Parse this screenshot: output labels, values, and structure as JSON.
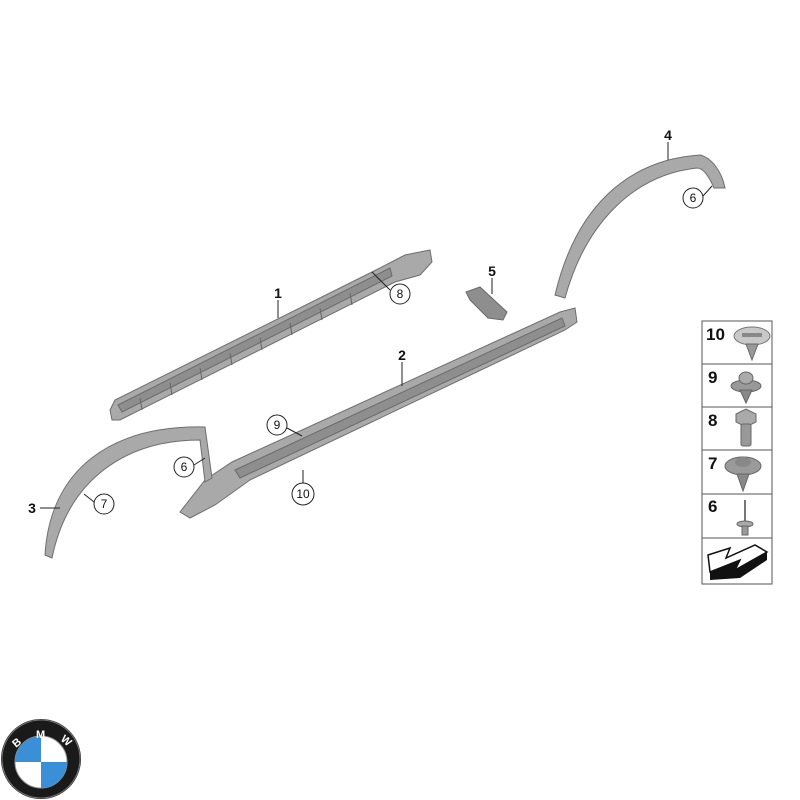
{
  "callouts": {
    "p1": "1",
    "p2": "2",
    "p3": "3",
    "p4": "4",
    "p5": "5",
    "c6a": "6",
    "c6b": "6",
    "c7": "7",
    "c8": "8",
    "c9": "9",
    "c10": "10"
  },
  "legend": {
    "items": [
      "10",
      "9",
      "8",
      "7",
      "6"
    ]
  },
  "logo": {
    "text": "BMW"
  },
  "colors": {
    "part": "#a9a9a9",
    "logo_blue": "#3a8fd6"
  }
}
